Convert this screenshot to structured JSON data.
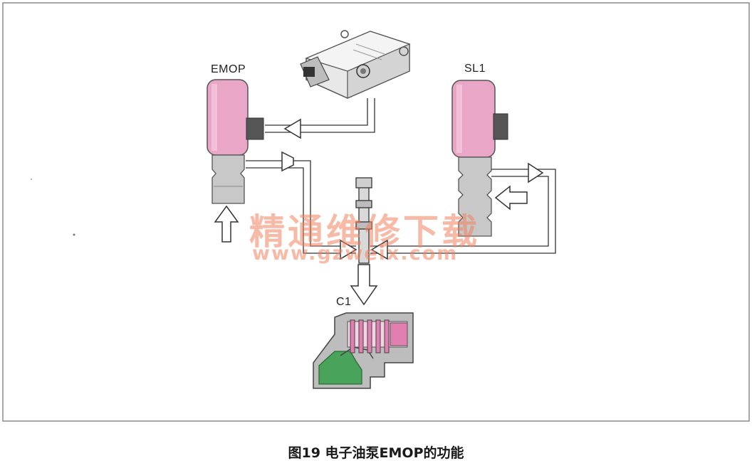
{
  "labels": {
    "emop": "EMOP",
    "sl1": "SL1",
    "c1": "C1"
  },
  "watermark": {
    "text_cn": "精通维修下载",
    "url": "www.gzweix.com"
  },
  "caption": "图19  电子油泵EMOP的功能",
  "colors": {
    "solenoid_pink": "#e9a6c6",
    "spool_gray": "#c8c8c8",
    "connector": "#555555",
    "clutch_pink": "#e07fb0",
    "clutch_green": "#4aa35a",
    "frame": "#888888"
  }
}
